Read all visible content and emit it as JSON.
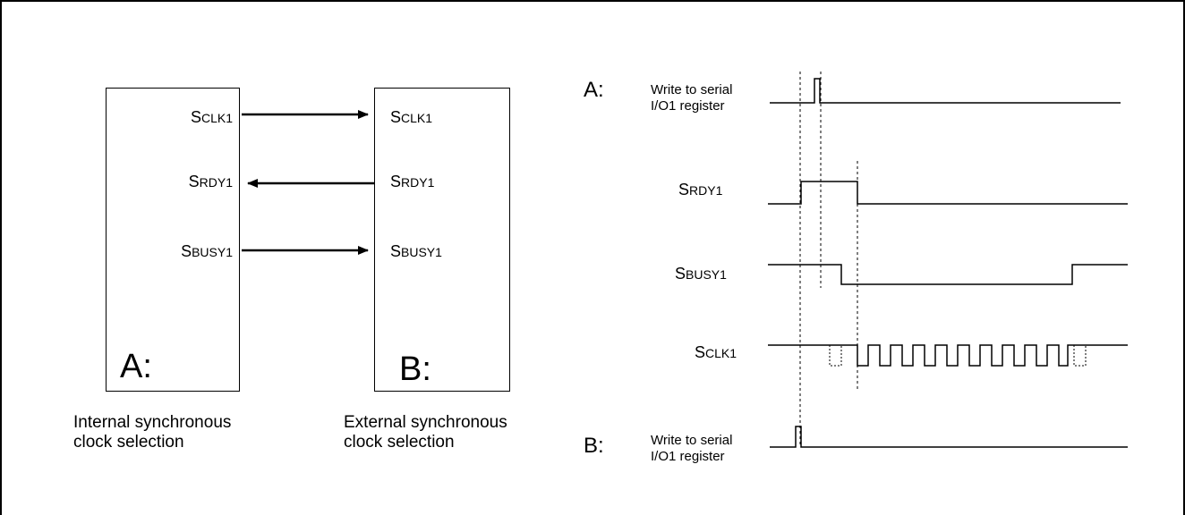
{
  "block_diagram": {
    "device_a": {
      "label": "A:",
      "caption": "Internal synchronous\nclock selection",
      "pins": [
        {
          "first": "S",
          "rest": "CLK1"
        },
        {
          "first": "S",
          "rest": "RDY1"
        },
        {
          "first": "S",
          "rest": "BUSY1"
        }
      ]
    },
    "device_b": {
      "label": "B:",
      "caption": "External synchronous\nclock selection",
      "pins": [
        {
          "first": "S",
          "rest": "CLK1"
        },
        {
          "first": "S",
          "rest": "RDY1"
        },
        {
          "first": "S",
          "rest": "BUSY1"
        }
      ]
    }
  },
  "timing": {
    "label_a": "A:",
    "label_b": "B:",
    "write_a": "Write to serial\nI/O1 register",
    "write_b": "Write to serial\nI/O1 register",
    "srdy": {
      "first": "S",
      "rest": "RDY1"
    },
    "sbusy": {
      "first": "S",
      "rest": "BUSY1"
    },
    "sclk": {
      "first": "S",
      "rest": "CLK1"
    }
  }
}
